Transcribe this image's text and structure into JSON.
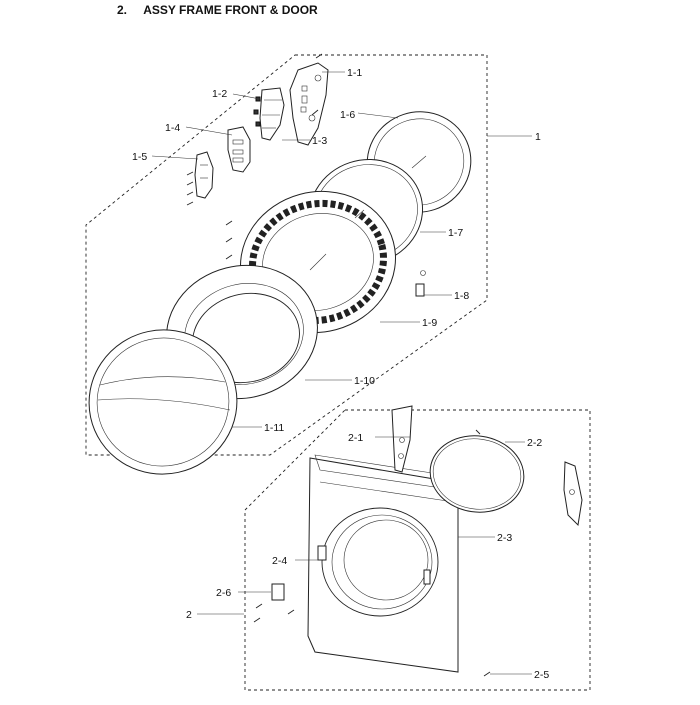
{
  "title": {
    "number": "2.",
    "text": "ASSY FRAME FRONT & DOOR"
  },
  "labels": {
    "p1": "1",
    "p1_1": "1-1",
    "p1_2": "1-2",
    "p1_3": "1-3",
    "p1_4": "1-4",
    "p1_5": "1-5",
    "p1_6": "1-6",
    "p1_7": "1-7",
    "p1_8": "1-8",
    "p1_9": "1-9",
    "p1_10": "1-10",
    "p1_11": "1-11",
    "p2": "2",
    "p2_1": "2-1",
    "p2_2": "2-2",
    "p2_3": "2-3",
    "p2_4": "2-4",
    "p2_5": "2-5",
    "p2_6": "2-6"
  }
}
